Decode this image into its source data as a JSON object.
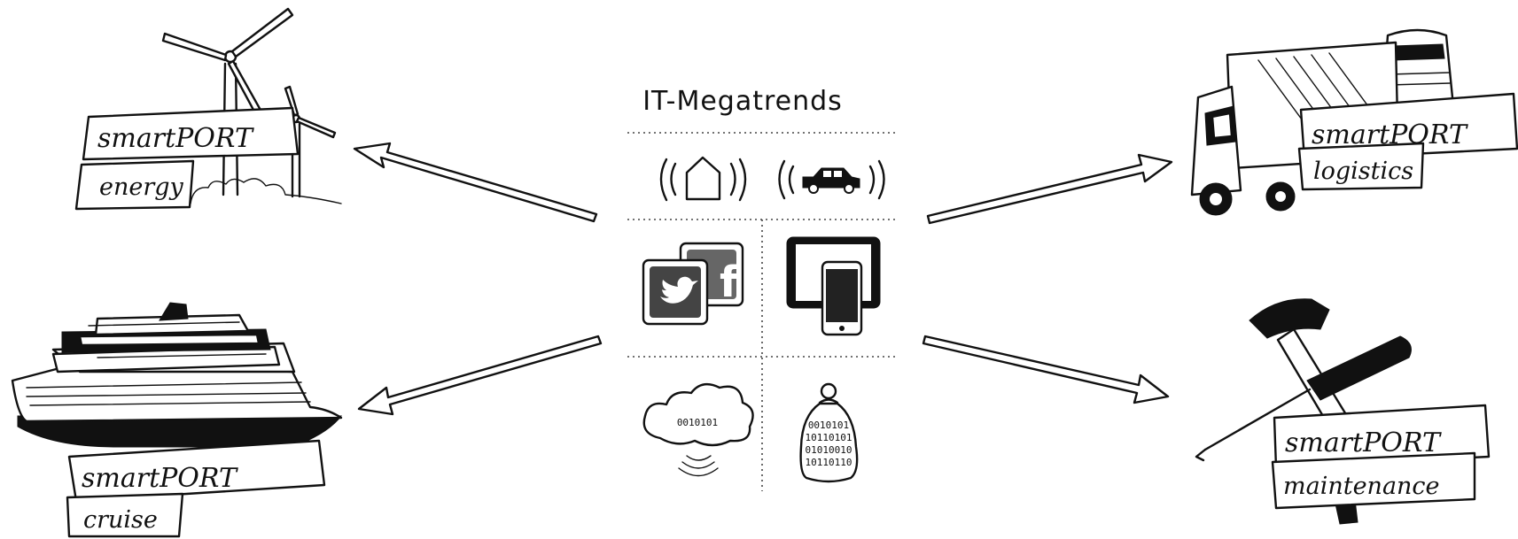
{
  "center": {
    "title": "IT-Megatrends",
    "cloud_bits": "0010101",
    "bag_bits": [
      "0010101",
      "10110101",
      "01010010",
      "10110110"
    ]
  },
  "labels": {
    "energy": {
      "line1": "smartPORT",
      "line2": "energy"
    },
    "cruise": {
      "line1": "smartPORT",
      "line2": "cruise"
    },
    "logistics": {
      "line1": "smartPORT",
      "line2": "logistics"
    },
    "maintenance": {
      "line1": "smartPORT",
      "line2": "maintenance"
    }
  },
  "icons": {
    "wind_turbines": "wind-turbine-icon",
    "cruise_ship": "cruise-ship-icon",
    "truck_train": "truck-train-icon",
    "tools": "hammer-screwdriver-icon",
    "smart_home": "smart-home-icon",
    "connected_car": "connected-car-icon",
    "social_media": "social-media-icon",
    "mobile_devices": "tablet-phone-icon",
    "cloud": "cloud-icon",
    "big_data": "big-data-bag-icon"
  }
}
